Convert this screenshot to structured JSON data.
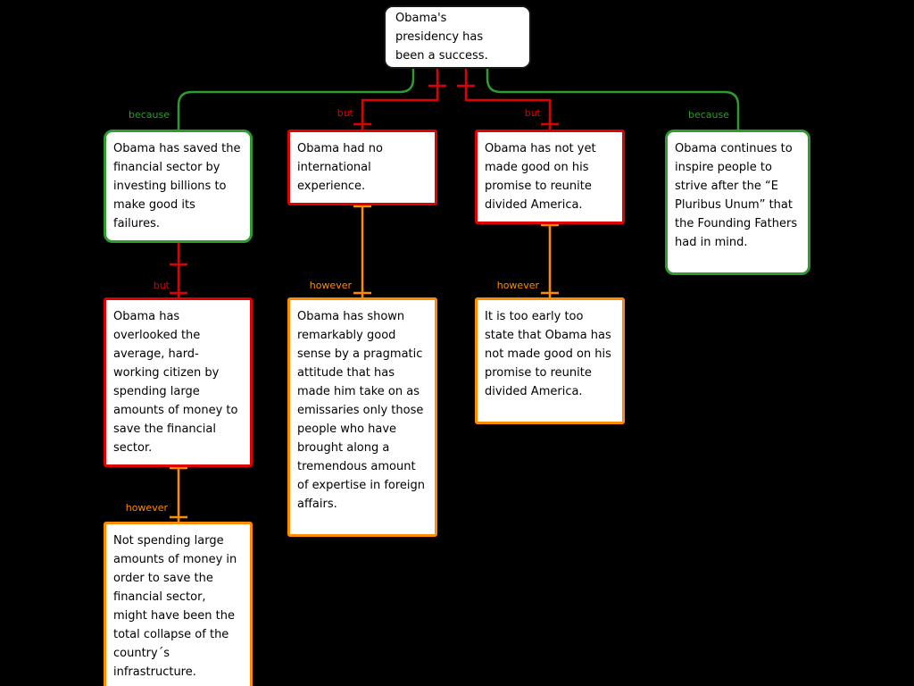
{
  "colors": {
    "because_green": "#2E9B2E",
    "but_red": "#E00000",
    "however_orange": "#FF8C00",
    "node_background": "#FFFFFF",
    "canvas_background": "#000000"
  },
  "labels": {
    "because": "because",
    "but": "but",
    "however": "however"
  },
  "boxes": {
    "claim": {
      "text": "Obama's presidency has been a success."
    },
    "reason_financial": {
      "relation": "because",
      "text": "Obama has saved the financial sector by investing billions to make good its failures."
    },
    "objection_experience": {
      "relation": "but",
      "text": "Obama had no international experience."
    },
    "objection_promise": {
      "relation": "but",
      "text": "Obama has not yet made good on his promise to reunite divided America."
    },
    "reason_inspire": {
      "relation": "because",
      "text": "Obama continues to inspire people to strive after the “E Pluribus Unum” that the Founding Fathers had in mind."
    },
    "objection_overlooked": {
      "relation": "but",
      "text": "Obama has overlooked the average, hard-working citizen by spending large amounts of money to save the financial sector."
    },
    "rebuttal_pragmatic": {
      "relation": "however",
      "text": "Obama has shown remarkably good sense by a pragmatic attitude that has made him take on as emissaries only those people who have brought along a tremendous amount of expertise in foreign affairs."
    },
    "rebuttal_too_early": {
      "relation": "however",
      "text": "It is too early too state that Obama has not made good on his promise to reunite divided America."
    },
    "rebuttal_collapse": {
      "relation": "however",
      "text": "Not spending large amounts of money in order to save the financial sector, might have been the total collapse of the country´s infrastructure."
    }
  }
}
